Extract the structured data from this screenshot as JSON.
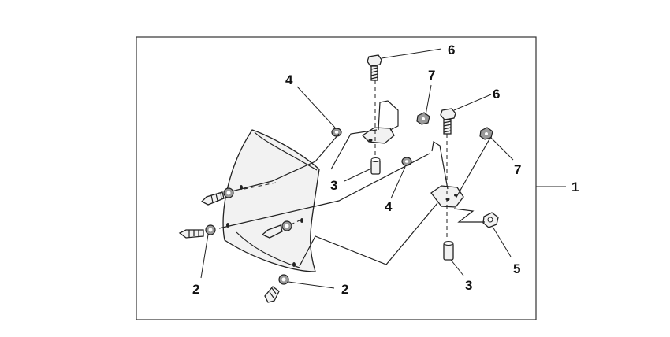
{
  "diagram": {
    "callouts": {
      "c1": "1",
      "c2a": "2",
      "c2b": "2",
      "c3a": "3",
      "c3b": "3",
      "c4a": "4",
      "c4b": "4",
      "c5": "5",
      "c6a": "6",
      "c6b": "6",
      "c7a": "7",
      "c7b": "7"
    }
  }
}
